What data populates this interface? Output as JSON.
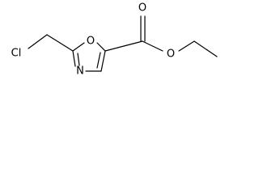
{
  "molecule": {
    "atoms": {
      "ring_oxygen": "O",
      "ring_nitrogen": "N",
      "carbonyl_oxygen": "O",
      "ester_oxygen": "O",
      "chlorine": "Cl"
    }
  }
}
